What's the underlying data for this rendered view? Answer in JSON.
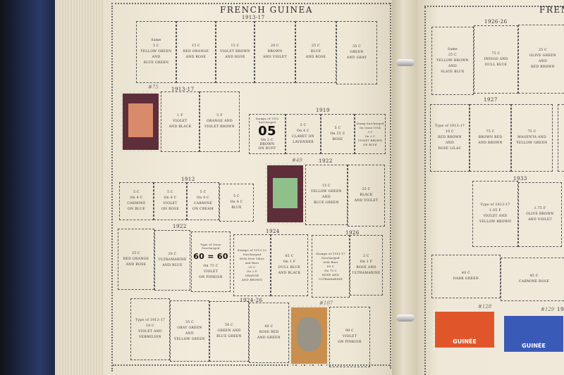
{
  "left_page": {
    "title": "FRENCH GUINEA",
    "groups": {
      "g1": {
        "year": "1913-17",
        "boxes": [
          "Same\n5 C\nYELLOW GREEN\nAND\nBLUE GREEN",
          "15 C\nRED ORANGE\nAND ROSE",
          "15 C\nVIOLET BROWN\nAND ROSE",
          "20 C\nBROWN\nAND VIOLET",
          "25 C\nBLUE\nAND ROSE",
          "35 C\nGREEN\nAND GRAY"
        ]
      },
      "g2": {
        "year": "1913-17",
        "note": "#75",
        "boxes": [
          "1 F\nVIOLET\nAND BLACK",
          "5 F\nORANGE AND\nVIOLET BROWN"
        ]
      },
      "g3": {
        "year": "1919",
        "surcharge_caption": "Stamps of 1913\nSurcharged",
        "surcharge_value": "05",
        "boxes": [
          "On 2 C\nBROWN\nON BUFF",
          "5 C\nOn 4 C\nCLARET ON\nLAVENDER",
          "5 C\nOn 15 C\nROSE",
          "Stamp Surcharged\nOn Issue 1914\n5 C\nOn 2 C\nVIOLET BROWN\nON BLUE"
        ]
      },
      "g4": {
        "year": "1922",
        "note": "#49",
        "boxes": [
          "15 C\nYELLOW GREEN\nAND\nBLUE GREEN",
          "25 C\nBLACK\nAND VIOLET"
        ]
      },
      "g5": {
        "year": "1912",
        "boxes": [
          "5 C\nOn 4 C\nCARMINE\nON BLUE",
          "5 C\nOn 4 C\nVIOLET\nON ROSE",
          "5 C\nOn 4 C\nCARMINE\nON CREAM",
          "5 C\nOn 4 C\nBLUE"
        ]
      },
      "g6": {
        "year": "1922",
        "boxes": [
          "25 C\nRED ORANGE\nAND ROSE",
          "30 C\nULTRAMARINE\nAND BLUE"
        ]
      },
      "g7": {
        "caption": "Type of Issue\nSurcharged",
        "surcharge_value": "60 = 60",
        "boxes": [
          "On 75 C\nVIOLET\nON PINKISH"
        ]
      },
      "g8": {
        "year": "1924",
        "boxes": [
          "Stamps of 1913-22\nSurcharged\nWith New Value\nand Bars\n25 C\nOn 2 F\nORANGE\nAND BROWN",
          "65 C\nOn 1 F\nDULL BLUE\nAND BLACK"
        ]
      },
      "g9": {
        "year": "1926",
        "boxes": [
          "Stamps of 1913-17\nSurcharged\nwith Bars\n60 C\nOn 75 C\nROSE AND\nULTRAMARINE",
          "2 C\nOn 1 F\nROSE AND\nULTRAMARINE"
        ]
      },
      "g10": {
        "year": "1924-26",
        "note": "#107",
        "boxes": [
          "Type of 1913-17\n10 C\nVIOLET AND\nVERMILION",
          "35 C\nGRAY GREEN\nAND\nYELLOW GREEN",
          "50 C\nGREEN AND\nBLUE GREEN",
          "60 C\nROSE RED\nAND GREEN",
          "90 C\nVIOLET\nON PINKISH"
        ]
      }
    }
  },
  "right_page": {
    "title": "FRENCH",
    "groups": {
      "r1": {
        "year": "1926-26",
        "boxes": [
          "Same\n25 C\nYELLOW BROWN\nAND\nSLATE BLUE",
          "75 C\nINDIGO AND\nDULL BLUE",
          "25 C\nOLIVE GREEN\nAND\nRED BROWN"
        ]
      },
      "r2": {
        "year": "1927",
        "boxes": [
          "Type of 1913-17\n10 C\nRED BROWN\nAND\nROSE LILAC",
          "75 C\nBROWN RED\nAND BROWN",
          "75 C\nMAGENTA AND\nYELLOW GREEN"
        ]
      },
      "r3": {
        "year": "1933",
        "boxes": [
          "Type of 1913-17\n1.05 F\nVIOLET AND\nYELLOW BROWN",
          "1.75 F\nOLIVE BROWN\nAND VIOLET"
        ]
      },
      "r4": {
        "boxes": [
          "40 C\nDARK GREEN",
          "45 C\nCARMINE ROSE"
        ]
      },
      "r5": {
        "year": "19",
        "notes": [
          "#128",
          "#129"
        ],
        "stamp_text": "GUINÉE"
      }
    }
  },
  "colors": {
    "page": "#eee7d6",
    "binder": "#1f2a48",
    "stamp_brown": "#5e2e3a",
    "stamp_orange": "#e0562a",
    "stamp_blue": "#3a5ab8"
  }
}
